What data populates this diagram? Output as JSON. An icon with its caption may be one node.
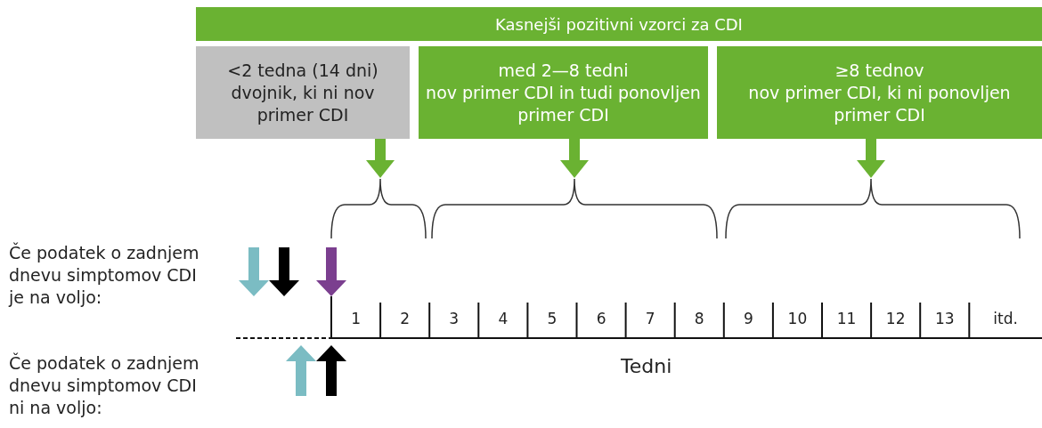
{
  "diagram": {
    "nodes": [
      {
        "text": [
          "Kasnejši pozitivni vzorci za CDI"
        ]
      },
      {
        "text": [
          "<2 tedna (14 dni)",
          "dvojnik, ki ni nov primer CDI"
        ]
      },
      {
        "text": [
          "med 2—8 tedni",
          "nov primer CDI in tudi ponovljen primer CDI"
        ]
      },
      {
        "text": [
          "≥8 tednov",
          "nov primer CDI, ki ni ponovljen primer CDI"
        ]
      },
      {
        "text": [],
        "shape": "bracket"
      },
      {
        "text": [],
        "shape": "bracket"
      },
      {
        "text": [],
        "shape": "bracket"
      }
    ],
    "edges": [
      {
        "from": 1,
        "to": 4,
        "arrow": "to"
      },
      {
        "from": 2,
        "to": 5,
        "arrow": "to"
      },
      {
        "from": 3,
        "to": 6,
        "arrow": "to"
      }
    ],
    "labels": [
      "Če podatek o zadnjem dnevu simptomov CDI je na voljo:",
      "1",
      "2",
      "3",
      "4",
      "5",
      "6",
      "7",
      "8",
      "9",
      "10",
      "11",
      "12",
      "13",
      "itd.",
      "Če podatek o zadnjem dnevu simptomov CDI ni na voljo:",
      "Tedni"
    ]
  }
}
